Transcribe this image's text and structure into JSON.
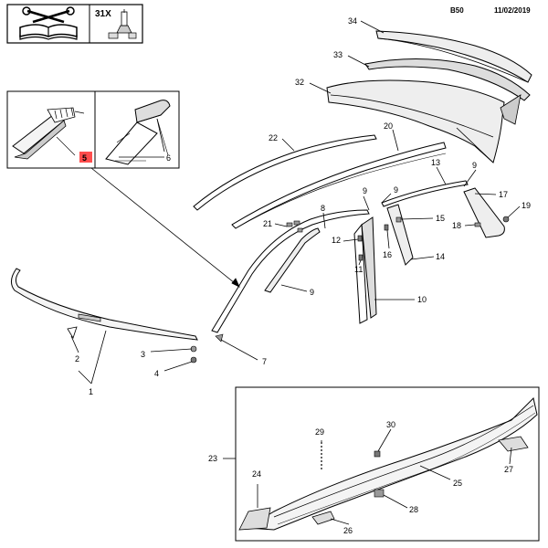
{
  "header": {
    "code": "B50",
    "date": "11/02/2019",
    "badge_qty": "31X"
  },
  "icons": {
    "manual": "book-wrench-icon",
    "fastener": "push-clip-icon"
  },
  "highlight_color": "#ff4d4d",
  "callouts": {
    "c1": "1",
    "c2": "2",
    "c3": "3",
    "c4": "4",
    "c5": "5",
    "c6": "6",
    "c7": "7",
    "c8": "8",
    "c9a": "9",
    "c9b": "9",
    "c9c": "9",
    "c9d": "9",
    "c10": "10",
    "c11": "11",
    "c12": "12",
    "c13": "13",
    "c14": "14",
    "c15": "15",
    "c16": "16",
    "c17": "17",
    "c18": "18",
    "c19": "19",
    "c20": "20",
    "c21": "21",
    "c22": "22",
    "c23": "23",
    "c24": "24",
    "c25": "25",
    "c26": "26",
    "c27": "27",
    "c28": "28",
    "c29": "29",
    "c30": "30",
    "c32": "32",
    "c33": "33",
    "c34": "34"
  }
}
